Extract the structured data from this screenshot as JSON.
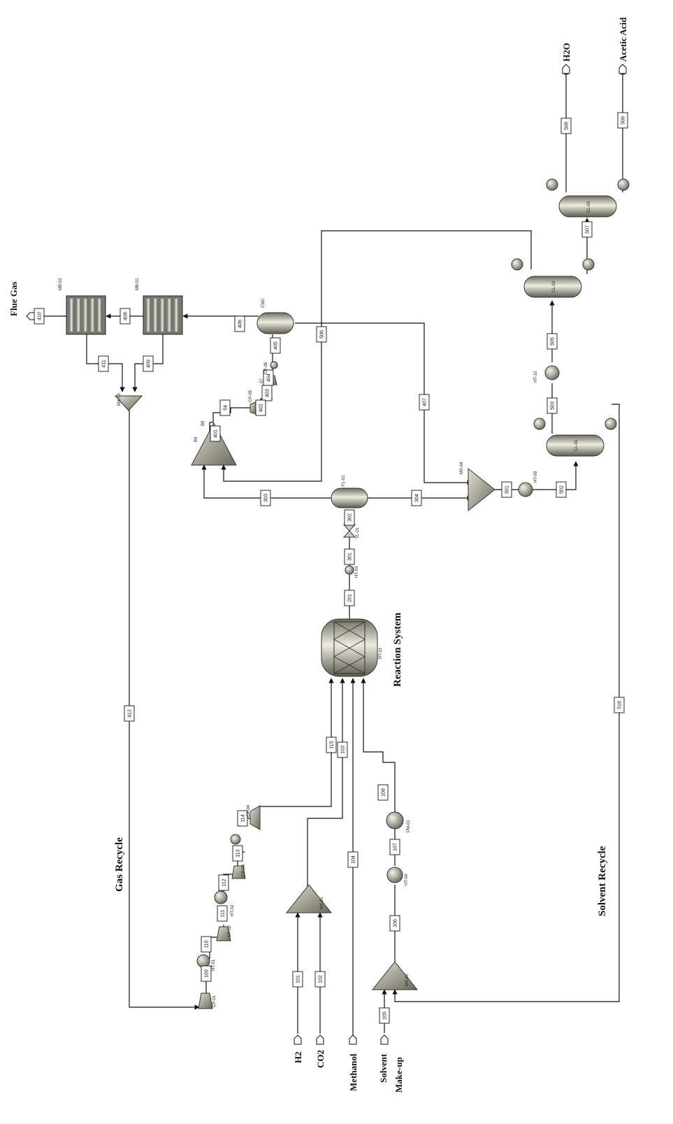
{
  "sections": {
    "reaction": "Reaction System",
    "gas_recycle": "Gas Recycle",
    "solvent_recycle": "Solvent Recycle"
  },
  "terminals": {
    "flue_gas": "Flue Gas",
    "h2o": "H2O",
    "acetic_acid": "Acetic Acid",
    "h2": "H2",
    "co2": "CO2",
    "methanol": "Methanol",
    "solvent_1": "Solvent",
    "solvent_2": "Make-up"
  },
  "units": {
    "mb02": "MB-02",
    "mb01": "MB-01",
    "cnd": "CND",
    "mx03": "MX-03",
    "b4": "B4",
    "b8": "B8",
    "cp05": "CP-05",
    "cp06": "CP-06",
    "l07": "07",
    "fl01": "FL-01",
    "vl01": "VL-01",
    "ht03": "HT-03",
    "rt01": "RT-01",
    "mx04": "MX-04",
    "ht09": "HT-09",
    "cl01": "CL-01",
    "ht10": "HT-10",
    "cl02": "CL-02",
    "cl03": "CL-03",
    "mx01": "MX-01",
    "mx02": "MX-02",
    "pm01": "PM-01",
    "ht04": "HT-04",
    "cp04": "CP-04",
    "cp03": "CP-03",
    "ht02": "HT-02",
    "cp02": "CP-02",
    "ht01": "HT-01",
    "cp01": "CP-01"
  },
  "streams": {
    "s410": "410",
    "s408": "408",
    "s411": "411",
    "s409": "409",
    "s406": "406",
    "s405": "405",
    "s404": "404",
    "s403": "403",
    "s402": "402",
    "s54": "54",
    "s401": "401",
    "s506": "506",
    "s407": "407",
    "s508": "508",
    "s509": "509",
    "s507": "507",
    "s505": "505",
    "s503": "503",
    "s501": "501",
    "s502": "502",
    "s304": "304",
    "s303": "303",
    "s302": "302",
    "s301": "301",
    "s201": "201",
    "s412": "412",
    "s516": "516",
    "s115": "115",
    "s103": "103",
    "s104": "104",
    "s108": "108",
    "s107": "107",
    "s106": "106",
    "s105": "105",
    "s101": "101",
    "s102": "102",
    "s109": "109",
    "s110": "110",
    "s111": "111",
    "s112": "112",
    "s113": "113",
    "s114": "114"
  }
}
